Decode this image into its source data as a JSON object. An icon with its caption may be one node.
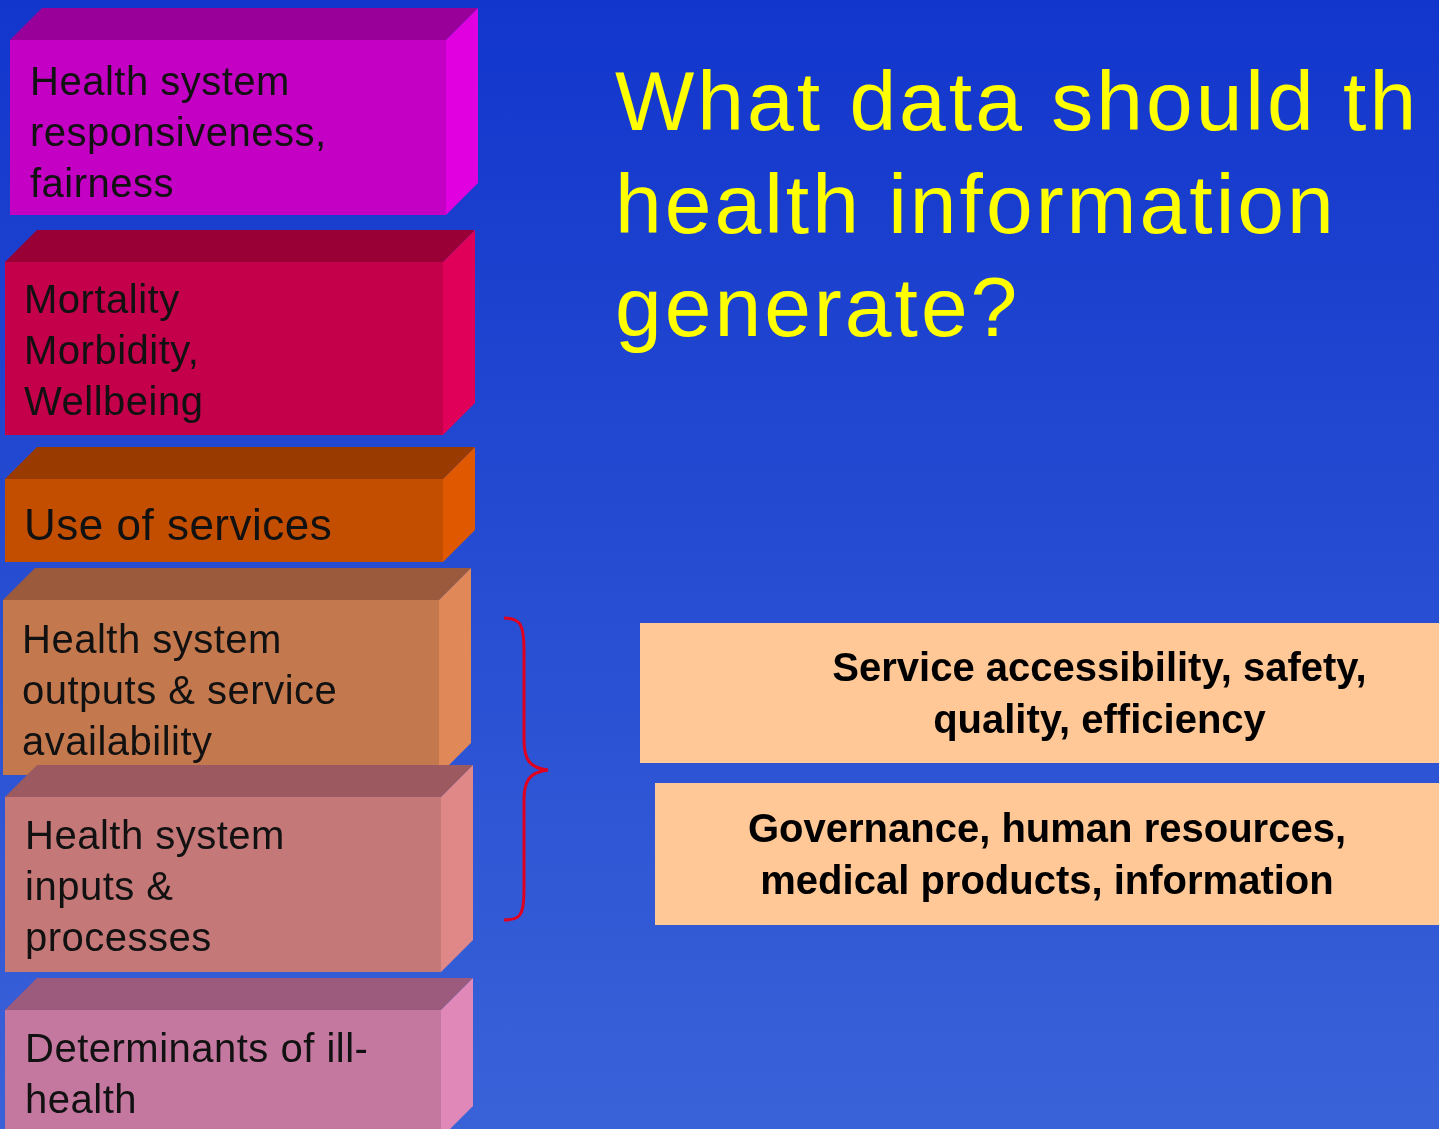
{
  "diagram": {
    "title": "What data should th health information generate?",
    "nodes": [
      {
        "text": [
          "Health system responsiveness, fairness"
        ]
      },
      {
        "text": [
          "Mortality Morbidity, Wellbeing"
        ]
      },
      {
        "text": [
          "Use of services"
        ]
      },
      {
        "text": [
          "Health system outputs & service availability"
        ]
      },
      {
        "text": [
          "Health system inputs & processes"
        ]
      },
      {
        "text": [
          "Determinants of ill-health"
        ]
      },
      {
        "text": [
          "Service accessibility, safety, quality, efficiency"
        ]
      },
      {
        "text": [
          "Governance, human resources, medical products, information"
        ]
      }
    ]
  }
}
